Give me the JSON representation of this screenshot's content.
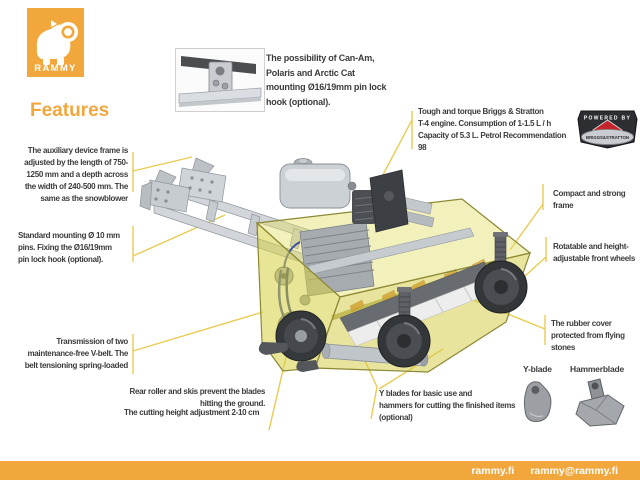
{
  "brand": {
    "logo_text": "RAMMY"
  },
  "page_title": "Features",
  "hook_caption": "The possibility of Can-Am,\nPolaris and Arctic Cat\nmounting Ø16/19mm pin lock\nhook (optional).",
  "callouts": {
    "engine": "Tough and torque Briggs & Stratton\nT-4 engine. Consumption of 1-1.5 L / h\nCapacity of 5.3 L. Petrol Recommendation\n98",
    "aux_frame": "The auxiliary device frame is\nadjusted by the length of 750-\n1250 mm and a depth across\nthe width of 240-500 mm. The\nsame as the snowblower",
    "mounting": "Standard mounting Ø 10 mm\npins. Fixing the Ø16/19mm\npin lock hook (optional).",
    "transmission": "Transmission of two\nmaintenance-free V-belt. The\nbelt tensioning spring-loaded",
    "rear_roller": "Rear roller and skis prevent the blades\nhitting the ground.",
    "cutting_height": "The cutting height adjustment 2-10 cm",
    "blades": "Y blades for basic use and\nhammers for cutting the finished items\n(optional)",
    "frame": "Compact and strong\nframe",
    "front_wheels": "Rotatable and height-\nadjustable front wheels",
    "rubber_cover": "The rubber cover\nprotected from flying\nstones"
  },
  "blade_labels": {
    "y_blade": "Y-blade",
    "hammer_blade": "Hammerblade"
  },
  "engine_badge": {
    "powered_by": "POWERED BY",
    "brand": "BRIGGS&STRATTON"
  },
  "footer": {
    "website": "rammy.fi",
    "email": "rammy@rammy.fi"
  },
  "colors": {
    "accent": "#F2A73D",
    "leader_line": "#E9CB52",
    "deck_yellow": "#D8D250",
    "text_dark": "#3B3B3B"
  }
}
